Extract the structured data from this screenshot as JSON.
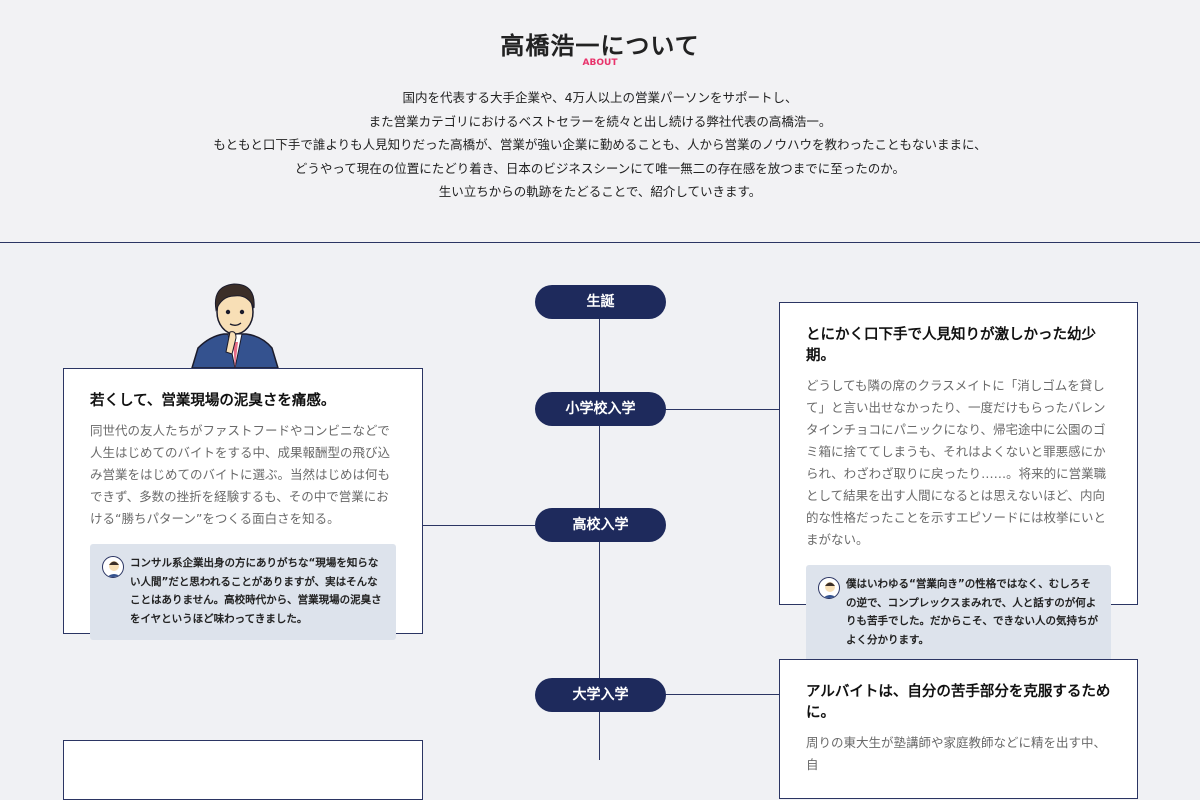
{
  "header": {
    "title": "高橋浩一について",
    "subtitle": "ABOUT",
    "intro": [
      "国内を代表する大手企業や、4万人以上の営業パーソンをサポートし、",
      "また営業カテゴリにおけるベストセラーを続々と出し続ける弊社代表の高橋浩一。",
      "もともと口下手で誰よりも人見知りだった高橋が、営業が強い企業に勤めることも、人から営業のノウハウを教わったこともないままに、",
      "どうやって現在の位置にたどり着き、日本のビジネスシーンにて唯一無二の存在感を放つまでに至ったのか。",
      "生い立ちからの軌跡をたどることで、紹介していきます。"
    ]
  },
  "timeline": {
    "milestones": [
      "生誕",
      "小学校入学",
      "高校入学",
      "大学入学"
    ]
  },
  "cards": [
    {
      "title": "とにかく口下手で人見知りが激しかった幼少期。",
      "text": "どうしても隣の席のクラスメイトに「消しゴムを貸して」と言い出せなかったり、一度だけもらったバレンタインチョコにパニックになり、帰宅途中に公園のゴミ箱に捨ててしまうも、それはよくないと罪悪感にかられ、わざわざ取りに戻ったり……。将来的に営業職として結果を出す人間になるとは思えないほど、内向的な性格だったことを示すエピソードには枚挙にいとまがない。",
      "quote": "僕はいわゆる“営業向き”の性格ではなく、むしろその逆で、コンプレックスまみれで、人と話すのが何よりも苦手でした。だからこそ、できない人の気持ちがよく分かります。"
    },
    {
      "title": "若くして、営業現場の泥臭さを痛感。",
      "text": "同世代の友人たちがファストフードやコンビニなどで人生はじめてのバイトをする中、成果報酬型の飛び込み営業をはじめてのバイトに選ぶ。当然はじめは何もできず、多数の挫折を経験するも、その中で営業における“勝ちパターン”をつくる面白さを知る。",
      "quote": "コンサル系企業出身の方にありがちな“現場を知らない人間”だと思われることがありますが、実はそんなことはありません。高校時代から、営業現場の泥臭さをイヤというほど味わってきました。"
    },
    {
      "title": "アルバイトは、自分の苦手部分を克服するために。",
      "text": "周りの東大生が塾講師や家庭教師などに精を出す中、自"
    }
  ]
}
